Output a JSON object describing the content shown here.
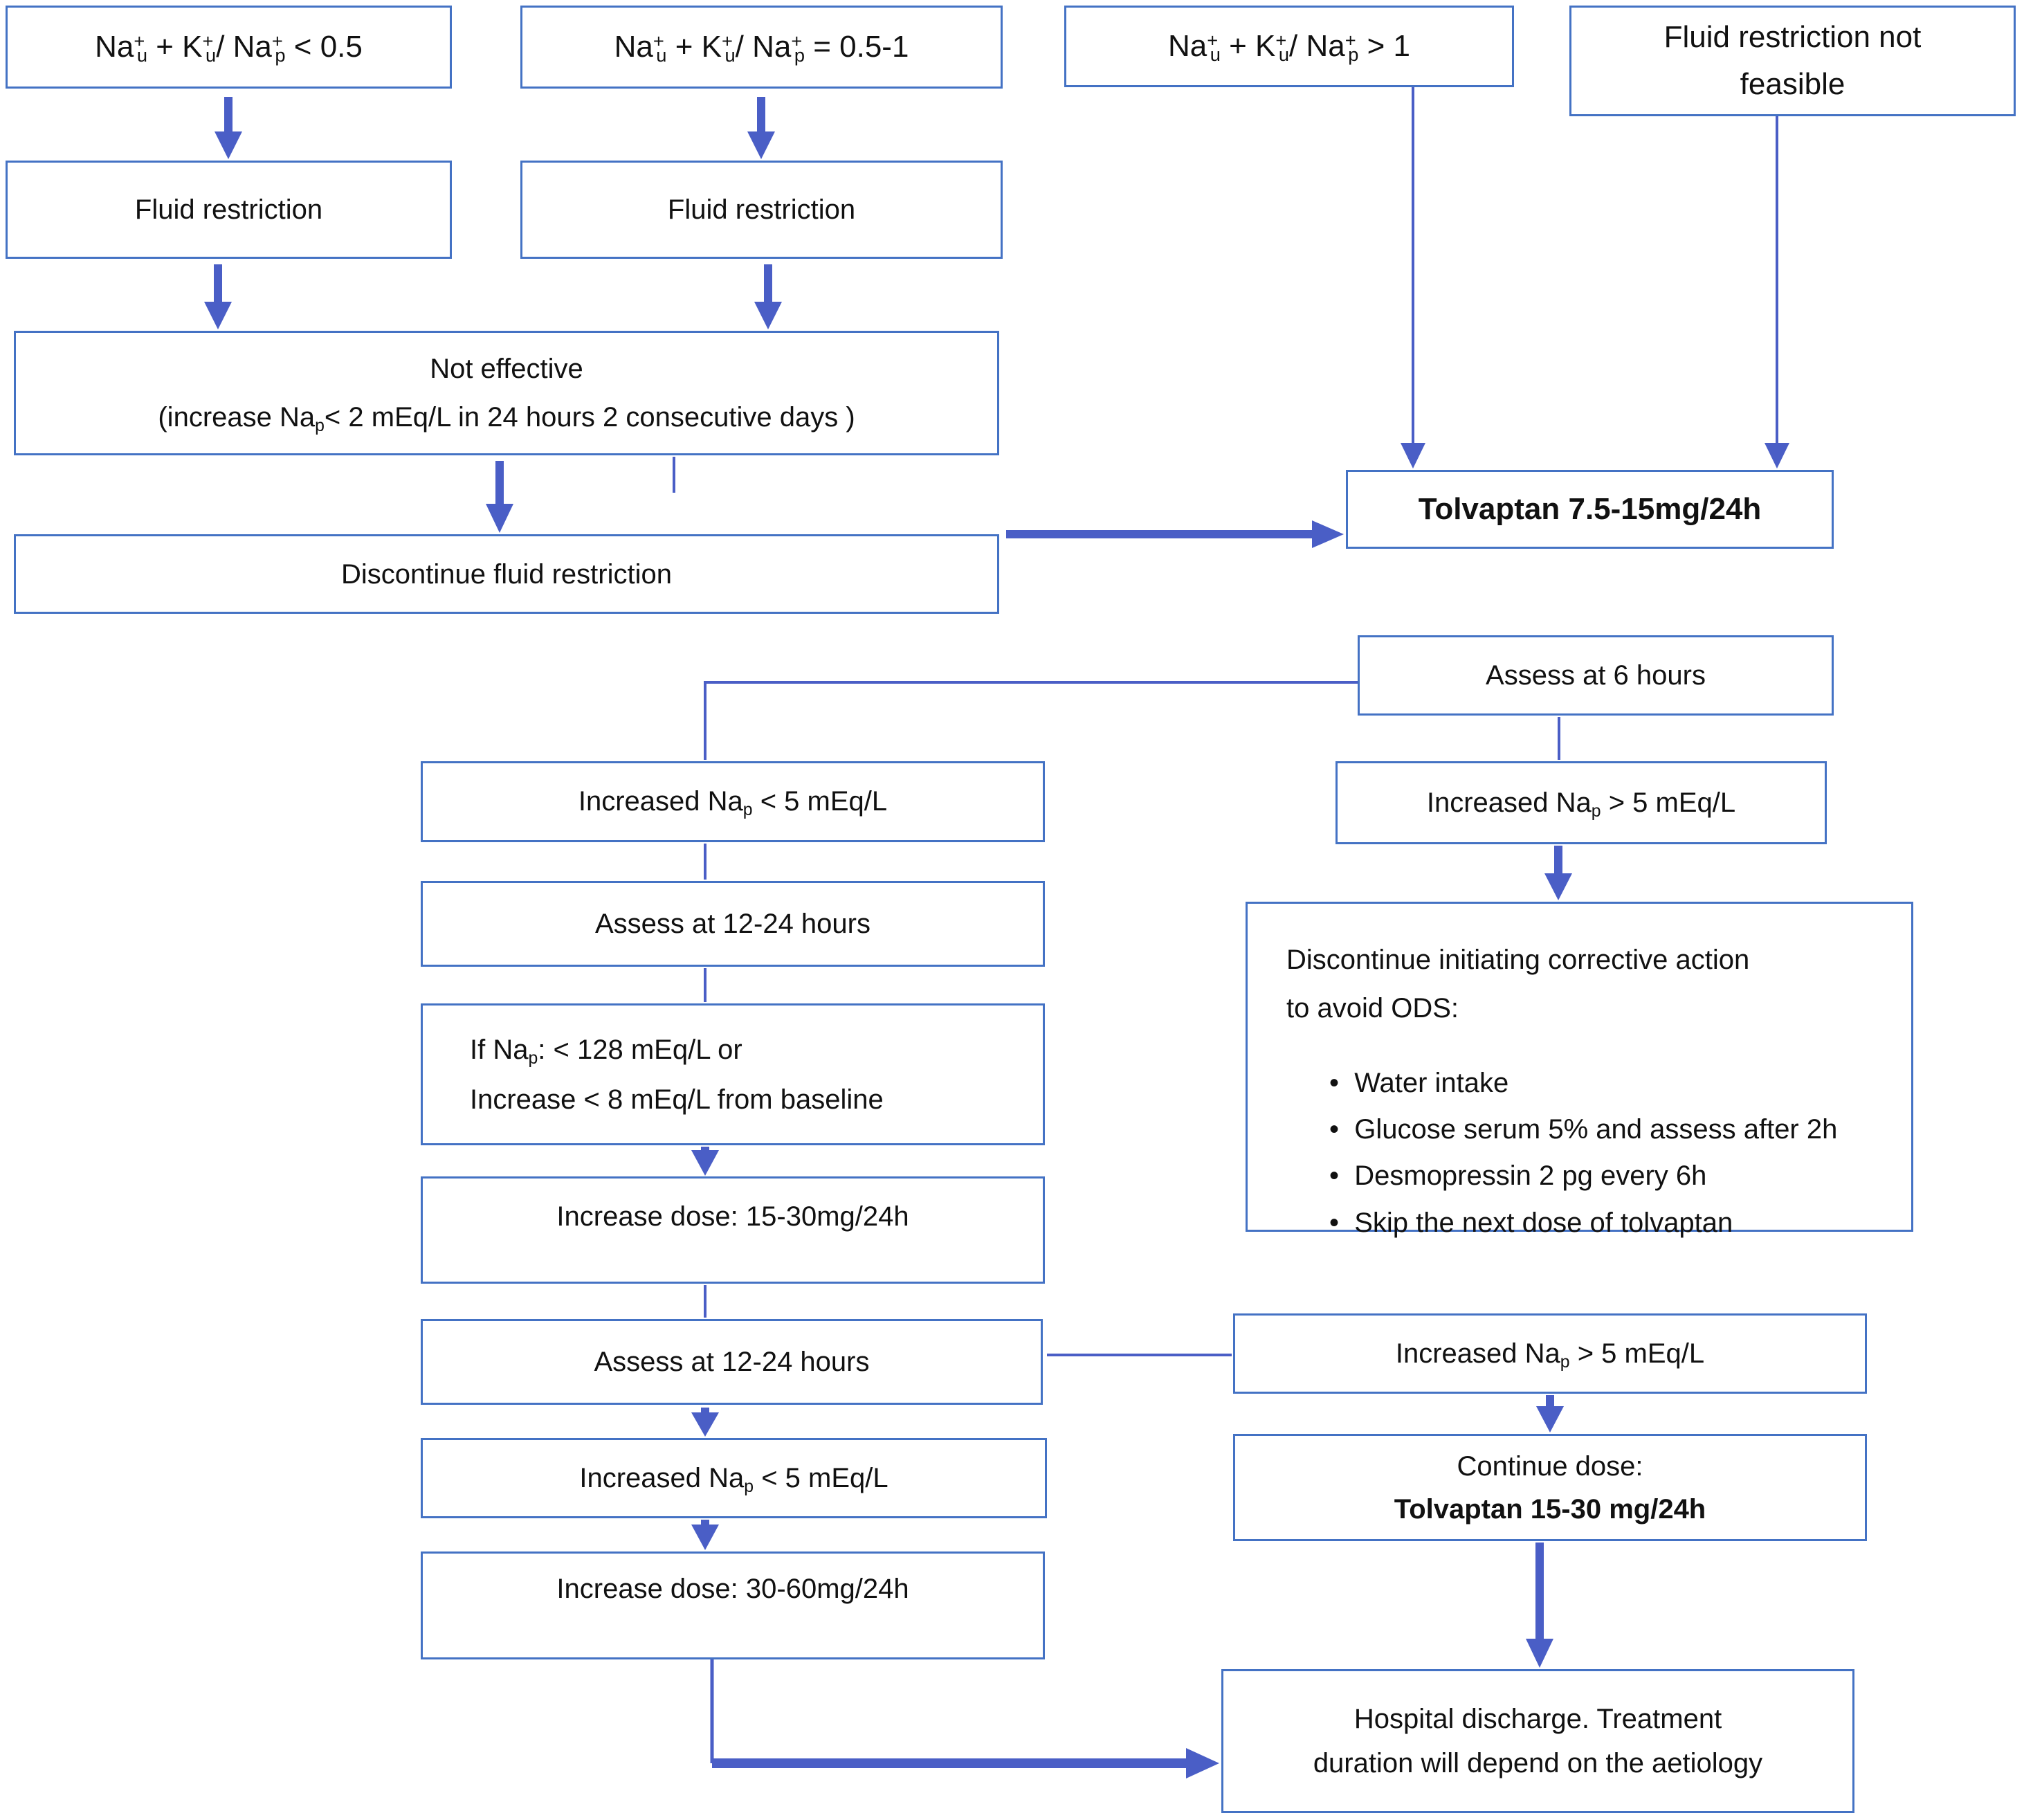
{
  "colors": {
    "box_border": "#4472c4",
    "arrow": "#4a5ec6",
    "text": "#111111",
    "background": "#ffffff"
  },
  "boxes": {
    "cond1": {
      "text": "Na^{+}_{u} + K^{+}_{u}/ Na^{+}_{p} < 0.5"
    },
    "cond2": {
      "text": "Na^{+}_{u} + K^{+}_{u}/ Na^{+}_{p} = 0.5-1"
    },
    "cond3": {
      "text": "Na^{+}_{u} + K^{+}_{u}/ Na^{+}_{p} > 1"
    },
    "cond4": {
      "lines": [
        "Fluid restriction not",
        "feasible"
      ]
    },
    "fluid1": {
      "text": "Fluid restriction"
    },
    "fluid2": {
      "text": "Fluid restriction"
    },
    "not_effective": {
      "lines": [
        "Not effective",
        "(increase Na_{p}< 2 mEq/L in 24 hours 2 consecutive days )"
      ]
    },
    "discontinue": {
      "text": "Discontinue fluid restriction"
    },
    "tolvaptan": {
      "text": {
        "t": "Tolvaptan 7.5-15mg/24h",
        "bold": true
      }
    },
    "assess6h": {
      "text": "Assess at 6 hours"
    },
    "inc_less5_a": {
      "text": "Increased Na_{p} < 5 mEq/L"
    },
    "assess1224_a": {
      "text": "Assess at 12-24 hours"
    },
    "if_nap": {
      "lines": [
        "If Na_{p}: < 128 mEq/L or",
        "Increase < 8 mEq/L from baseline"
      ]
    },
    "inc_dose_1530": {
      "text": "Increase dose: 15-30mg/24h"
    },
    "assess1224_b": {
      "text": "Assess at 12-24 hours"
    },
    "inc_less5_b": {
      "text": "Increased Na_{p} < 5 mEq/L"
    },
    "inc_dose_3060": {
      "text": "Increase dose: 30-60mg/24h"
    },
    "inc_more5_a": {
      "text": "Increased Na_{p} > 5 mEq/L"
    },
    "ods": {
      "lines": [
        "Discontinue initiating corrective action",
        "to avoid ODS:"
      ],
      "bullets": [
        "Water intake",
        "Glucose serum 5% and assess after 2h",
        "Desmopressin 2 pg every 6h",
        "Skip the next dose of tolvaptan"
      ]
    },
    "inc_more5_b": {
      "text": "Increased Na_{p} > 5 mEq/L"
    },
    "continue_dose": {
      "lines": [
        {
          "t": "Continue dose:"
        },
        {
          "t": "Tolvaptan 15-30 mg/24h",
          "bold": true
        }
      ]
    },
    "discharge": {
      "lines": [
        "Hospital discharge. Treatment",
        "duration will depend on the aetiology"
      ]
    }
  }
}
